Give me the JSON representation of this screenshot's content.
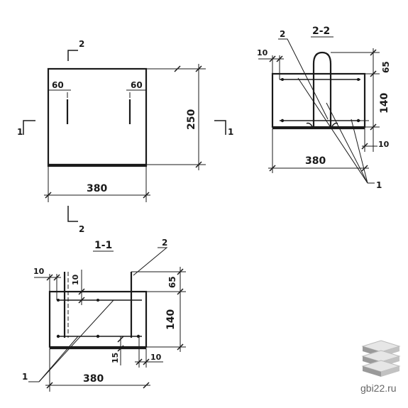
{
  "plan_view": {
    "section_2_top": "2",
    "section_2_bottom": "2",
    "section_1_left": "1",
    "section_1_right": "1",
    "dim_left_inset": "60",
    "dim_right_inset": "60",
    "dim_height": "250",
    "dim_width": "380"
  },
  "section_2_2": {
    "title": "2-2",
    "callout_2": "2",
    "callout_1": "1",
    "dim_left_cover": "10",
    "dim_top_loop": "65",
    "dim_height": "140",
    "dim_bottom_cover": "10",
    "dim_width": "380"
  },
  "section_1_1": {
    "title": "1-1",
    "callout_2": "2",
    "callout_1": "1",
    "dim_left_cover": "10",
    "dim_inner_offset": "10",
    "dim_top_loop": "65",
    "dim_height": "140",
    "dim_bar_offset": "15",
    "dim_bottom_cover": "10",
    "dim_width": "380"
  },
  "watermark": {
    "text": "gbi22.ru",
    "logo": "stacked-slabs-icon"
  }
}
